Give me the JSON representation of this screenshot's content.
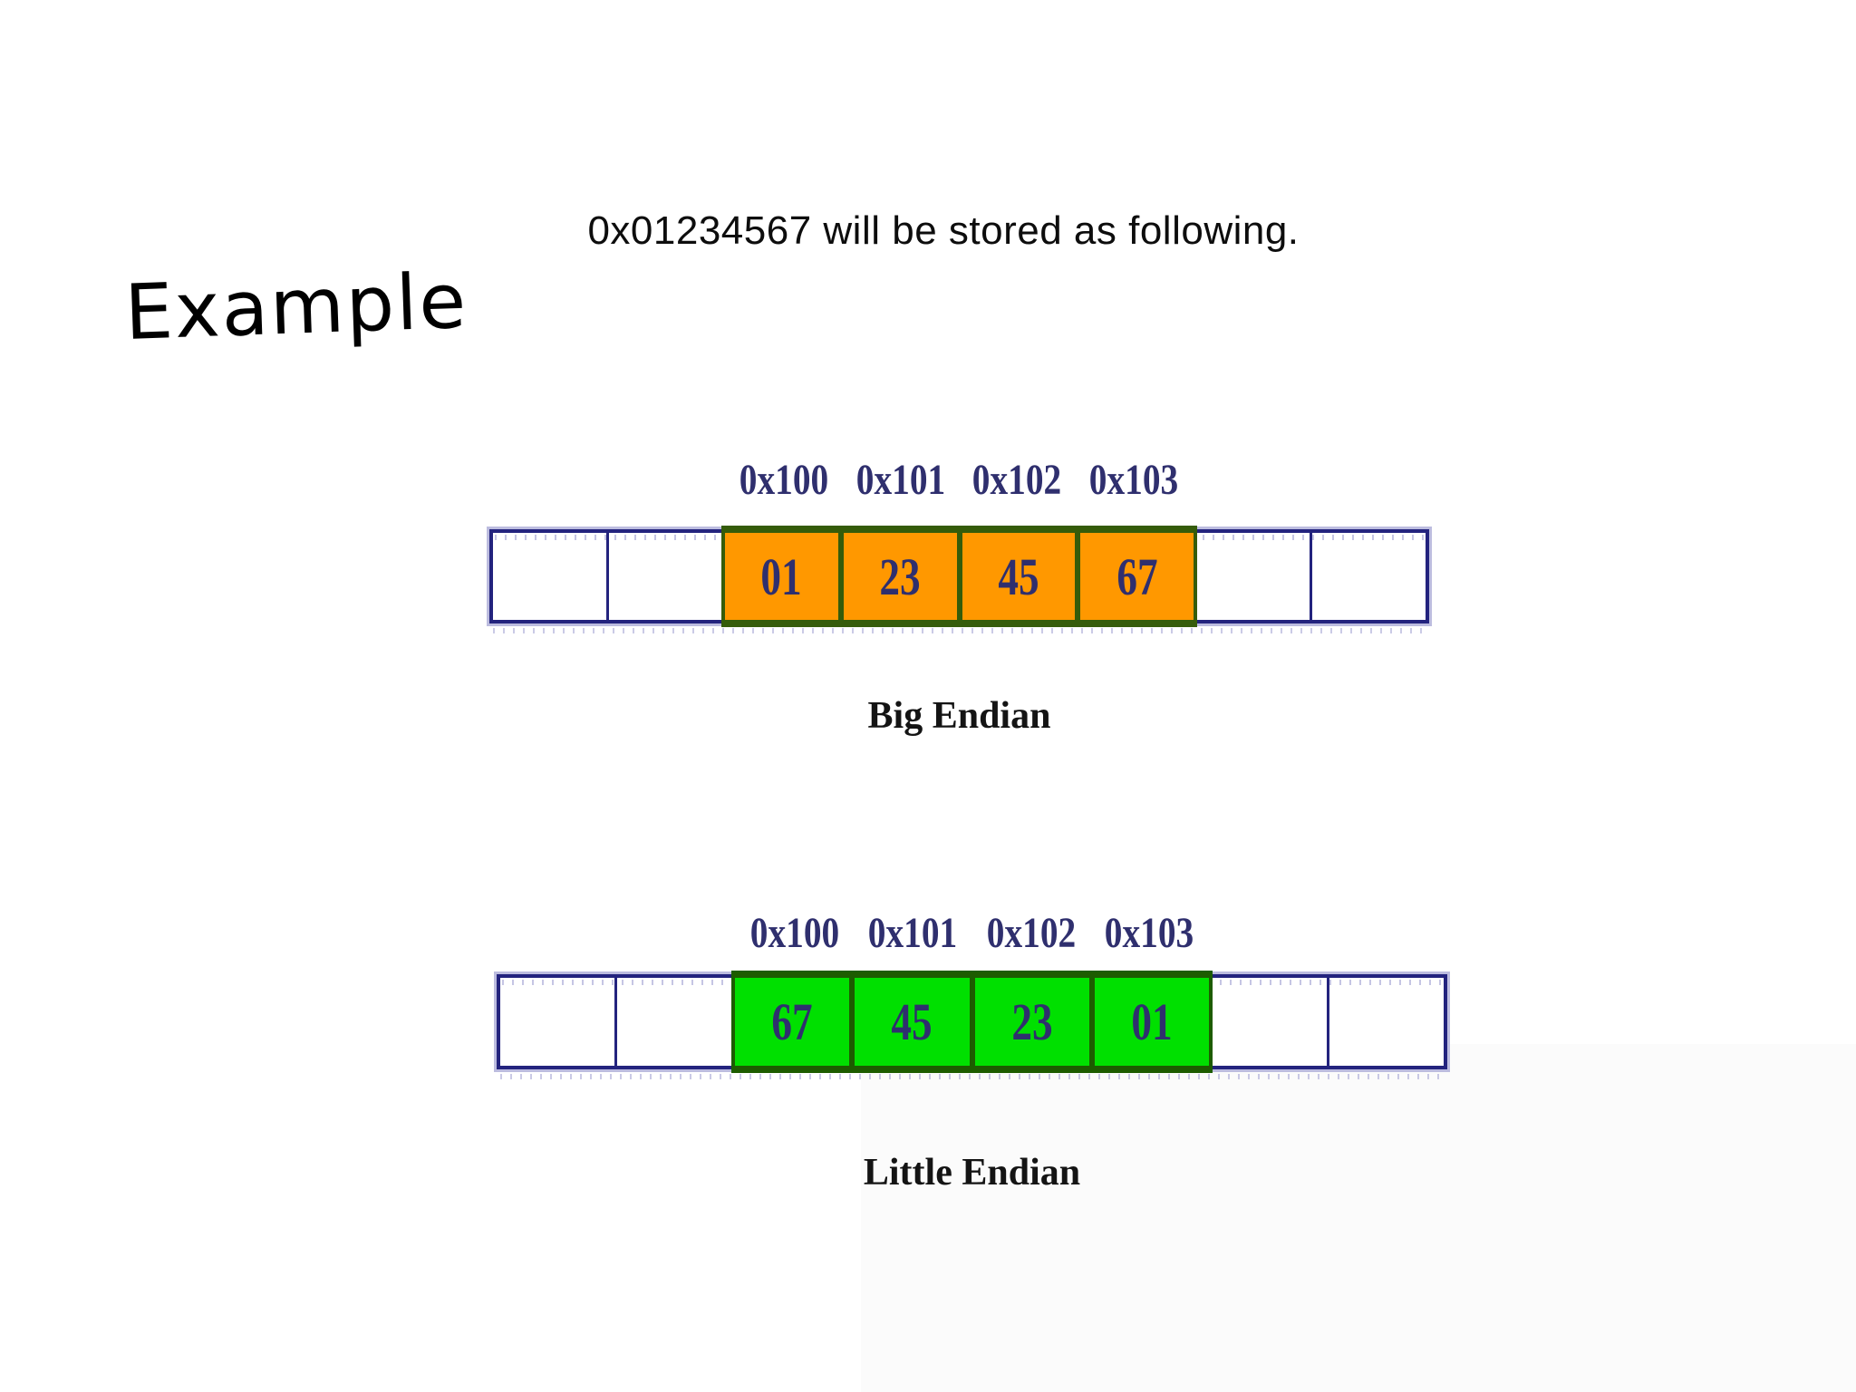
{
  "slide": {
    "title": "0x01234567 will be stored as following.",
    "heading": "Example"
  },
  "big_endian": {
    "label": "Big Endian",
    "addresses": [
      "0x100",
      "0x101",
      "0x102",
      "0x103"
    ],
    "bytes": [
      "01",
      "23",
      "45",
      "67"
    ],
    "cell_color": "#ff9800",
    "cell_border_color": "#355c0a"
  },
  "little_endian": {
    "label": "Little Endian",
    "addresses": [
      "0x100",
      "0x101",
      "0x102",
      "0x103"
    ],
    "bytes": [
      "67",
      "45",
      "23",
      "01"
    ],
    "cell_color": "#00e000",
    "cell_border_color": "#1d5c00"
  },
  "colors": {
    "row_border": "#23237e",
    "row_border_halo": "#bcbcdf",
    "value_text": "#2f2f6e",
    "address_text": "#2f2f6e",
    "caption_text": "#141414",
    "background": "#ffffff"
  }
}
